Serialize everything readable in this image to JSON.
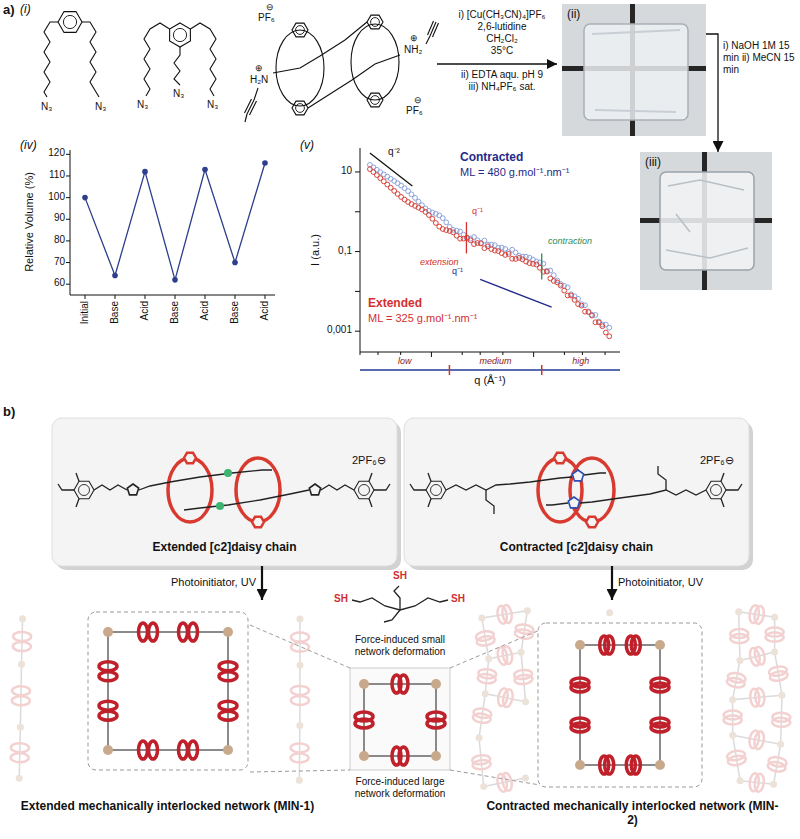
{
  "diagram": {
    "nodes": [
      {
        "text": [
          "(ii)"
        ]
      },
      {
        "text": [
          "(iii)"
        ]
      },
      {
        "text": [
          "Extended [c2]daisy chain",
          "2PF₆⊖"
        ]
      },
      {
        "text": [
          "Contracted [c2]daisy chain",
          "2PF₆⊖"
        ]
      },
      {
        "text": [
          "Extended mechanically interlocked network (MIN-1)"
        ]
      },
      {
        "text": [
          "Contracted mechanically interlocked network (MIN-2)"
        ]
      }
    ],
    "edges": [
      {
        "from": 0,
        "to": 1,
        "arrow": "to",
        "label": "i) NaOH 1M 15 min ii) MeCN 15 min"
      },
      {
        "from": 2,
        "to": 4,
        "arrow": "to",
        "label": "Photoinitiator, UV"
      },
      {
        "from": 3,
        "to": 5,
        "arrow": "to",
        "label": "Photoinitiator, UV"
      }
    ],
    "labels": [
      "a)",
      "(i)",
      "N₃",
      "N₃",
      "N₃",
      "N₃",
      "N₃",
      "⊖",
      "PF₆",
      "⊕",
      "H₂N",
      "⊕",
      "NH₂",
      "⊖",
      "PF₆",
      "i) [Cu(CH₃CN)₄]PF₆",
      "2,6-lutidine",
      "CH₂Cl₂",
      "35°C",
      "ii) EDTA aqu. pH 9",
      "iii) NH₄PF₆ sat.",
      "(iv)",
      "Relative Volume (%)",
      "60",
      "70",
      "80",
      "90",
      "100",
      "110",
      "120",
      "Initial",
      "Base",
      "Acid",
      "Base",
      "Acid",
      "Base",
      "Acid",
      "(v)",
      "Contracted",
      "ML = 480 g.mol⁻¹.nm⁻¹",
      "Extended",
      "ML = 325 g.mol⁻¹.nm⁻¹",
      "q⁻²",
      "q⁻¹",
      "q⁻¹",
      "extension",
      "contraction",
      "10",
      "0,1",
      "0,001",
      "I (a.u.)",
      "low",
      "medium",
      "high",
      "q (Å⁻¹)",
      "b)",
      "SH",
      "SH",
      "SH",
      "Force-induced small network deformation",
      "Force-induced large network deformation"
    ]
  }
}
